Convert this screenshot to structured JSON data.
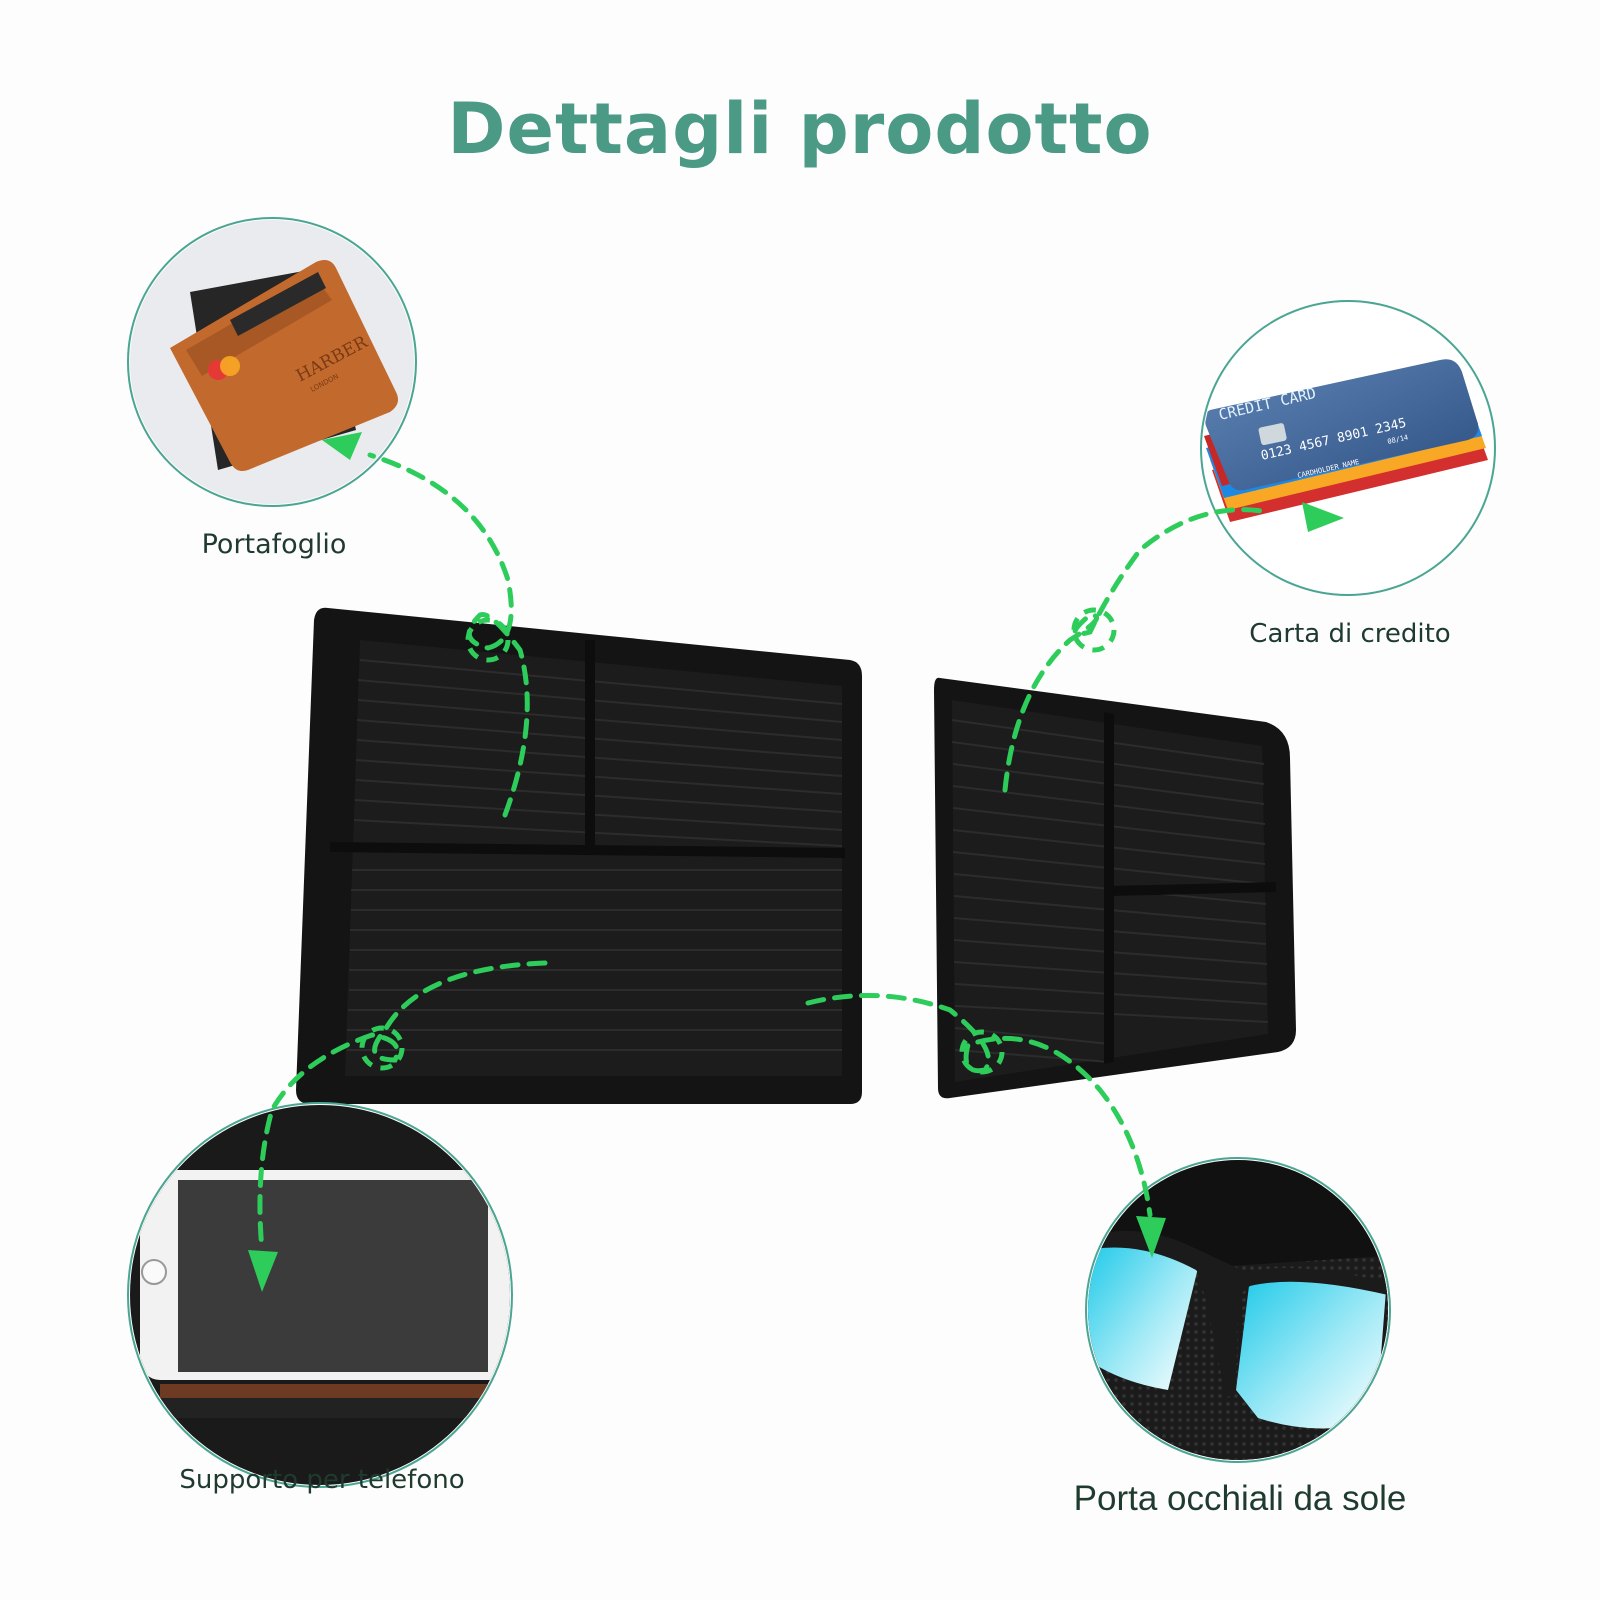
{
  "title": "Dettagli prodotto",
  "colors": {
    "title": "#4a9a86",
    "ring": "#4aa592",
    "arrow": "#2ecc5a",
    "tray": "#141414",
    "tray_rib": "#262626"
  },
  "features": [
    {
      "label": "Portafoglio",
      "icon": "wallet-icon"
    },
    {
      "label": "Carta di credito",
      "icon": "credit-card-icon"
    },
    {
      "label": "Supporto per telefono",
      "icon": "phone-icon"
    },
    {
      "label": "Porta occhiali da sole",
      "icon": "sunglasses-icon"
    }
  ],
  "card_text": {
    "brand": "CREDIT CARD",
    "number": "0123 4567 8901 2345",
    "holder": "CARDHOLDER NAME",
    "expiry": "08/14"
  },
  "wallet_text": {
    "brand": "HARBER",
    "sub": "LONDON"
  }
}
